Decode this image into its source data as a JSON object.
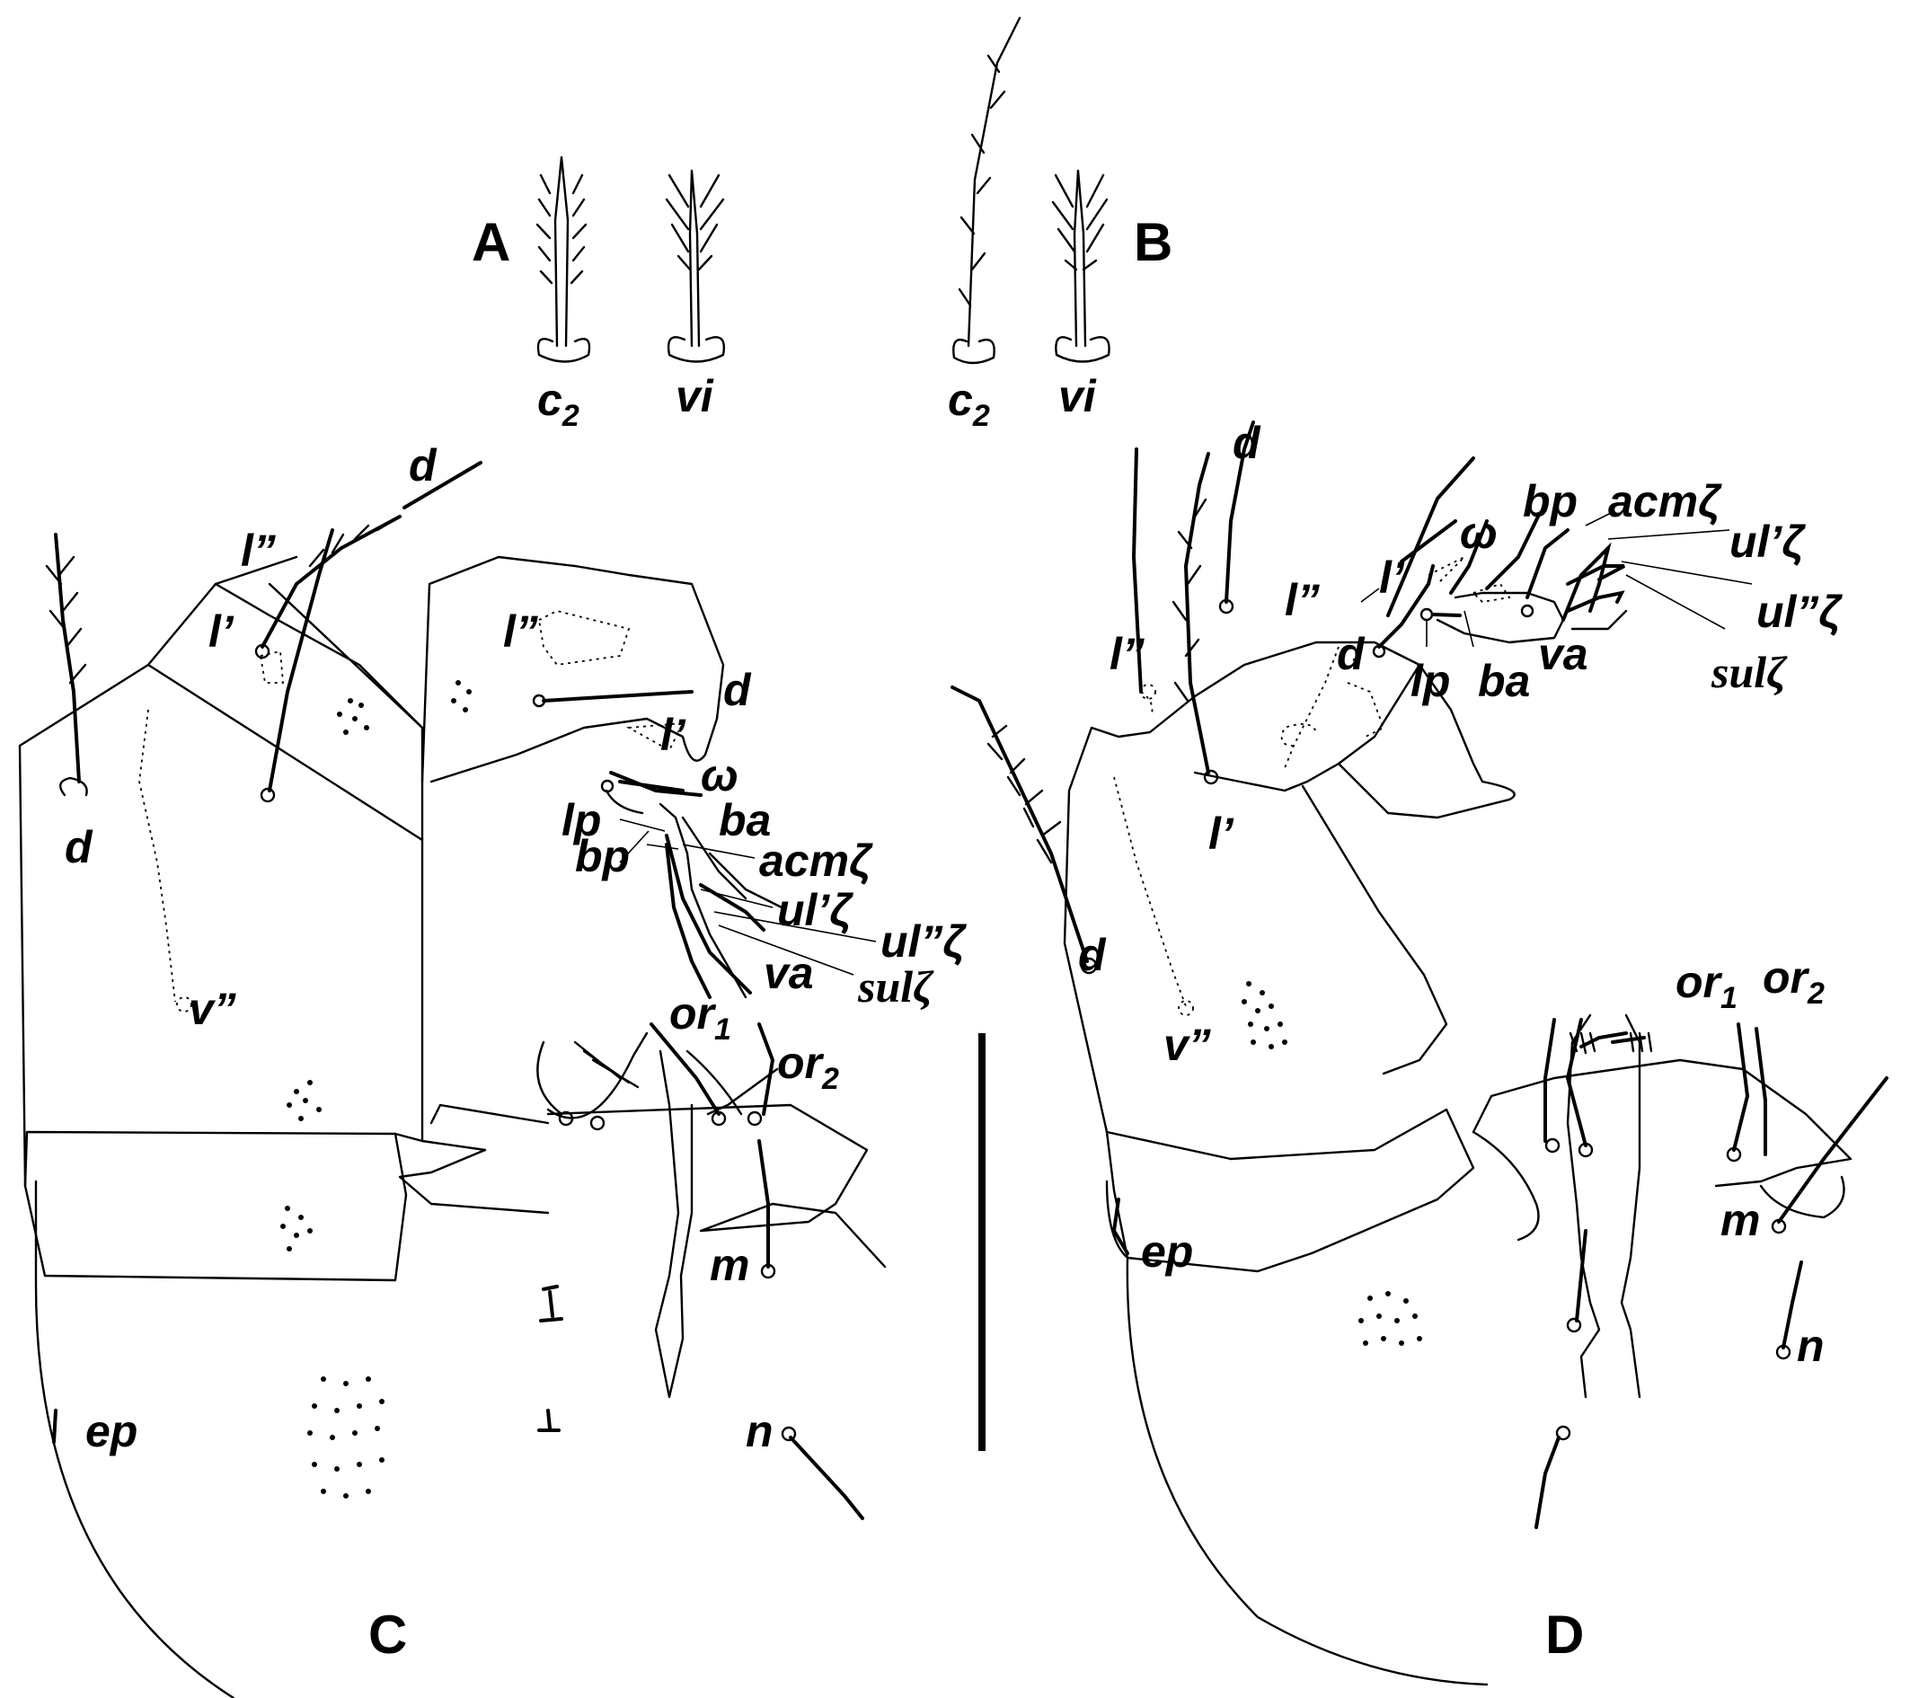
{
  "panels": {
    "A": {
      "letter": "A",
      "labels": [
        "c",
        "vi"
      ]
    },
    "B": {
      "letter": "B",
      "labels": [
        "c",
        "vi"
      ]
    },
    "C": {
      "letter": "C"
    },
    "D": {
      "letter": "D"
    }
  },
  "sub": {
    "two": "2",
    "one": "1"
  },
  "setae": {
    "c": "c",
    "vi": "vi",
    "d": "d",
    "l2": "l”",
    "l1": "l’",
    "v2": "v”",
    "ep": "ep",
    "m": "m",
    "n": "n",
    "or": "or",
    "lp": "lp",
    "bp": "bp",
    "ba": "ba",
    "va": "va",
    "omega": "ω",
    "acm": "acmζ",
    "ul1": "ul’ζ",
    "ul2": "ul”ζ",
    "sul": "sulζ"
  }
}
